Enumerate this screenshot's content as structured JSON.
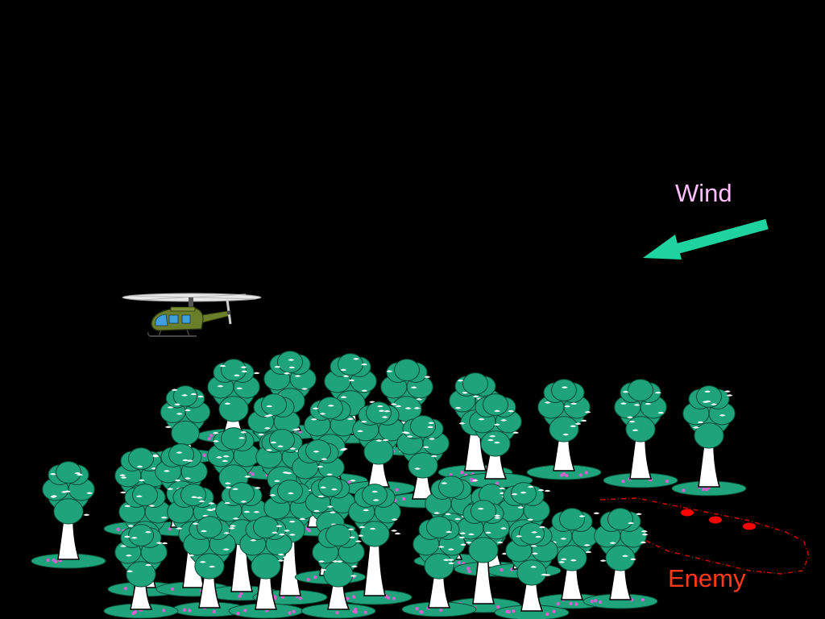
{
  "scene": {
    "background": "#000000",
    "wind": {
      "label": "Wind",
      "label_color": "#ffbfff",
      "arrow_color": "#1fd3a0",
      "direction": "west-southwest"
    },
    "enemy": {
      "label": "Enemy",
      "label_color": "#ff3a1a",
      "marker_color": "#ff0000",
      "outline_color": "#cc0000",
      "marker_count": 3
    },
    "helicopter": {
      "body_color": "#6b7f2a",
      "window_color": "#3fa0e0",
      "rotor_color": "#e6e6e6"
    },
    "forest": {
      "foliage_color": "#1fa37a",
      "leaf_highlight": "#ffffff",
      "trunk_color": "#ffffff",
      "flower_color": "#cc66cc",
      "tree_count": 38
    }
  }
}
